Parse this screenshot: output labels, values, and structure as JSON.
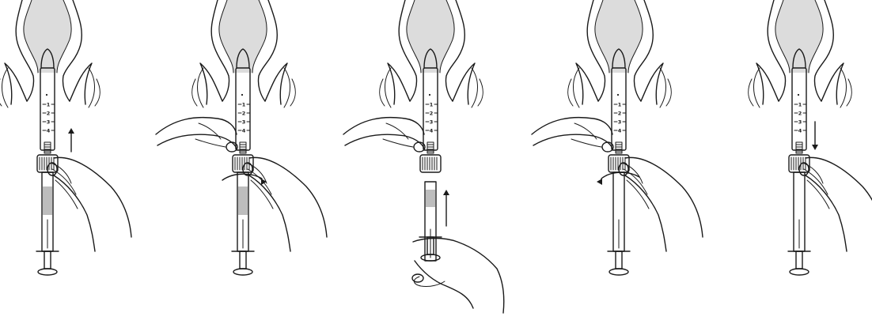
{
  "figure": {
    "kind": "step-by-step-illustration",
    "steps": [
      {
        "id": "step-1",
        "motion_arrow": "up",
        "arrow_location": "beside-tube",
        "lower_hand": false,
        "plunger": "full"
      },
      {
        "id": "step-2",
        "motion_arrow": "twist-right",
        "arrow_location": "at-collar",
        "lower_hand": false,
        "plunger": "full"
      },
      {
        "id": "step-3",
        "motion_arrow": "up",
        "arrow_location": "beside-plunger",
        "lower_hand": true,
        "plunger": "pushing"
      },
      {
        "id": "step-4",
        "motion_arrow": "twist-left",
        "arrow_location": "at-collar",
        "lower_hand": false,
        "plunger": "empty"
      },
      {
        "id": "step-5",
        "motion_arrow": "down",
        "arrow_location": "beside-tube",
        "lower_hand": false,
        "plunger": "empty"
      }
    ],
    "scale_marks": [
      "1",
      "2",
      "3",
      "4"
    ],
    "colors": {
      "ink": "#1a1a1a",
      "tissue_fill": "#dcdcdc",
      "medication_fill": "#bdbdbd",
      "background": "#ffffff"
    }
  }
}
